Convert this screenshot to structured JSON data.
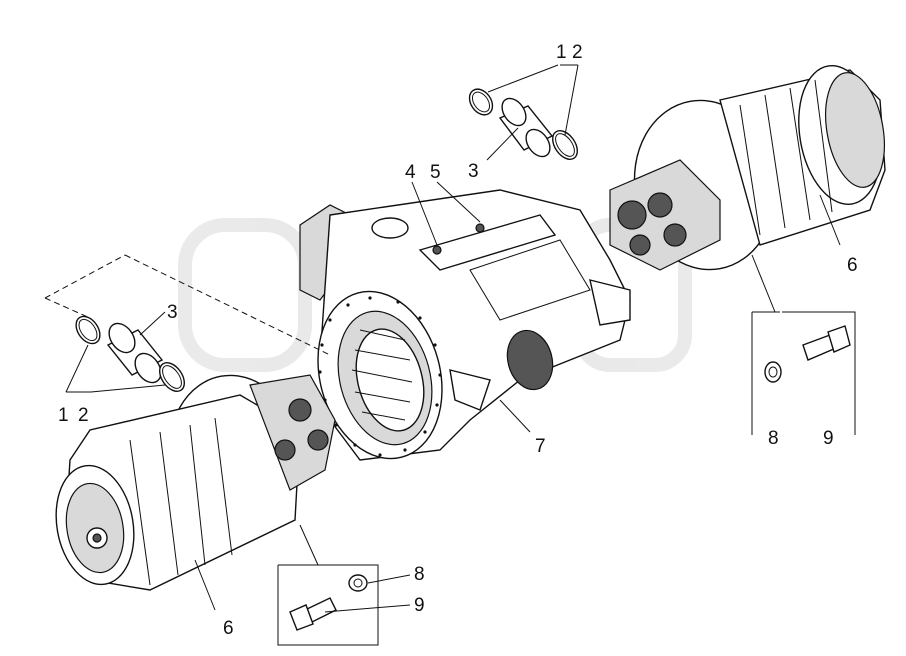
{
  "callouts": {
    "top_ring": "1",
    "top_seal": "2",
    "top_sleeve": "3",
    "cover_bolt": "4",
    "cover_washer": "5",
    "right_hub": "6",
    "right_washer": "8",
    "right_bolt": "9",
    "left_sleeve": "3",
    "left_ring": "1",
    "left_seal": "2",
    "housing": "7",
    "left_hub": "6",
    "left_washer": "8",
    "left_bolt": "9"
  },
  "colors": {
    "line": "#111111",
    "shade": "#d9d9d9",
    "watermark": "#e6e6e6"
  }
}
